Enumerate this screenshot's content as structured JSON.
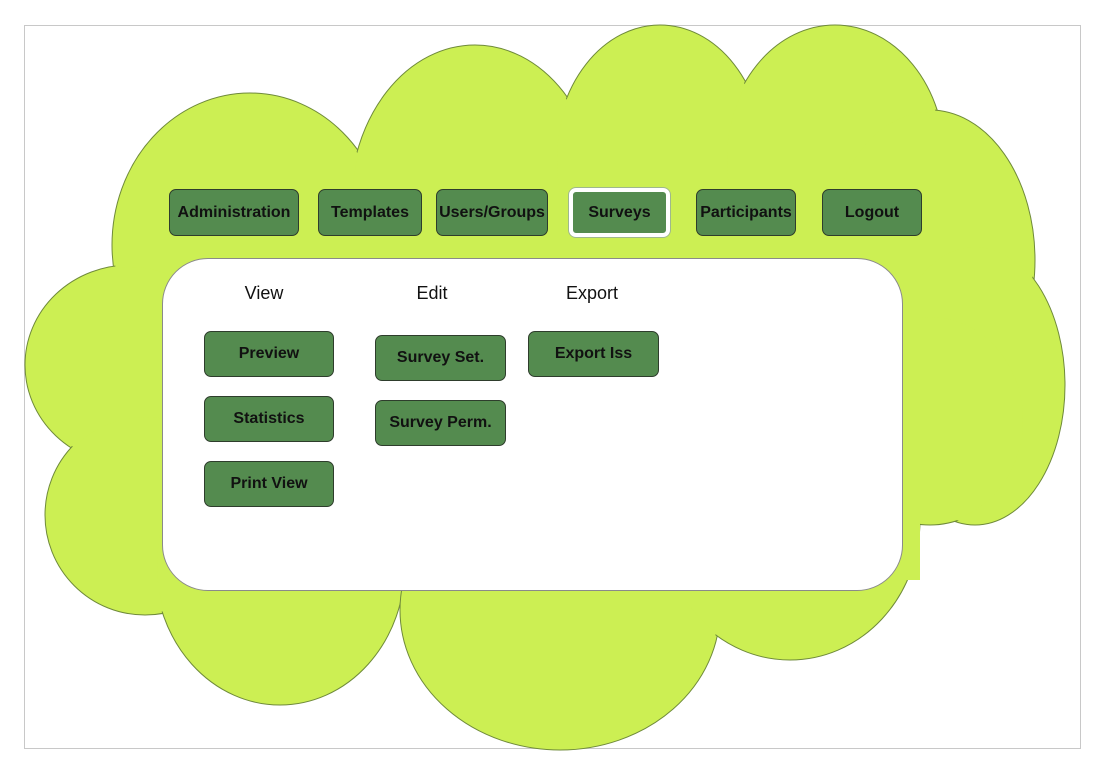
{
  "colors": {
    "cloud_fill": "#ccef53",
    "button_fill": "#548b4f",
    "panel_fill": "#ffffff",
    "active_border": "#ffffff"
  },
  "nav": {
    "active": "Surveys",
    "items": [
      {
        "label": "Administration"
      },
      {
        "label": "Templates"
      },
      {
        "label": "Users/Groups"
      },
      {
        "label": "Surveys"
      },
      {
        "label": "Participants"
      },
      {
        "label": "Logout"
      }
    ]
  },
  "panel": {
    "columns": [
      {
        "heading": "View",
        "buttons": [
          "Preview",
          "Statistics",
          "Print View"
        ]
      },
      {
        "heading": "Edit",
        "buttons": [
          "Survey Set.",
          "Survey Perm."
        ]
      },
      {
        "heading": "Export",
        "buttons": [
          "Export Iss"
        ]
      }
    ]
  }
}
